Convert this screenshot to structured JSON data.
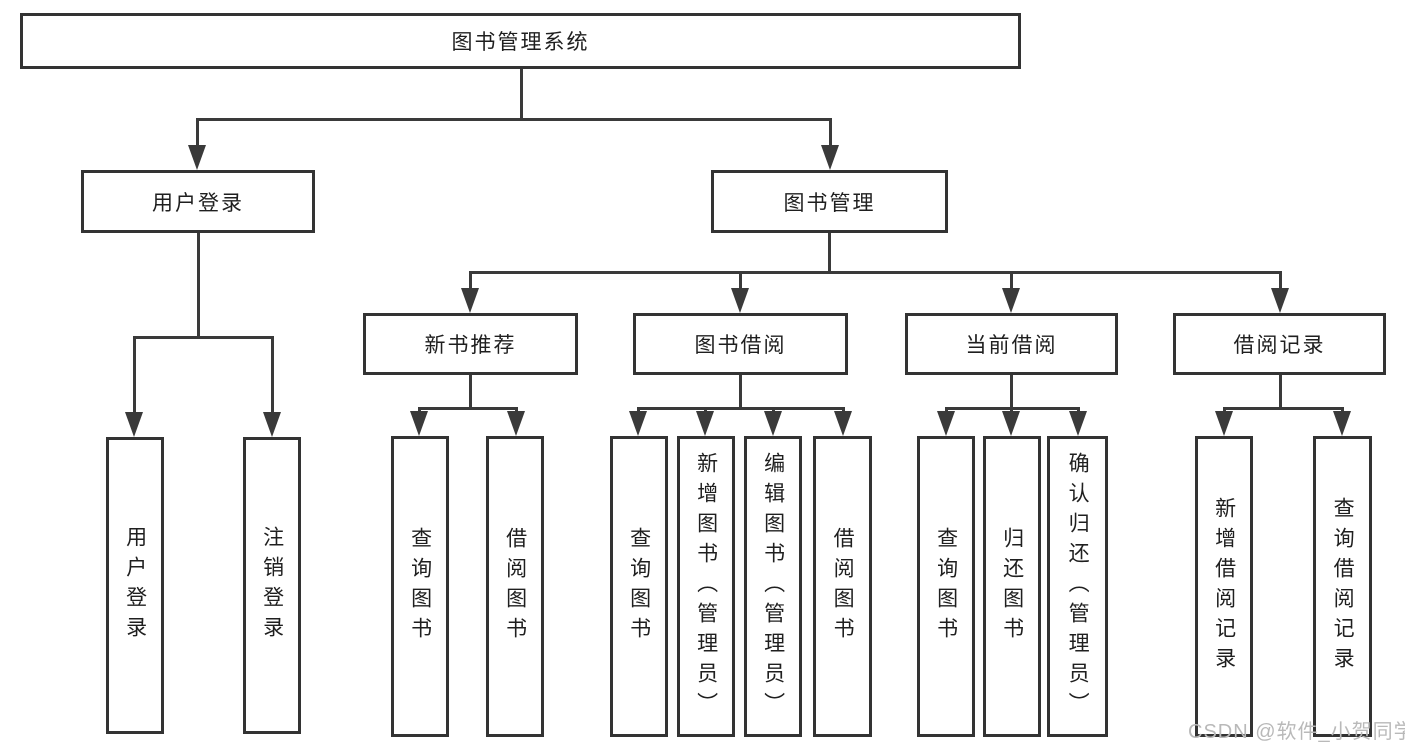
{
  "diagram": {
    "root": {
      "label": "图书管理系统"
    },
    "level2": [
      {
        "id": "user-login",
        "label": "用户登录"
      },
      {
        "id": "book-management",
        "label": "图书管理"
      }
    ],
    "level3": [
      {
        "id": "new-book-recommend",
        "label": "新书推荐"
      },
      {
        "id": "book-borrowing",
        "label": "图书借阅"
      },
      {
        "id": "current-borrowing",
        "label": "当前借阅"
      },
      {
        "id": "borrowing-records",
        "label": "借阅记录"
      }
    ],
    "leaves": {
      "user_login": [
        {
          "label": "用户登录"
        },
        {
          "label": "注销登录"
        }
      ],
      "new_book": [
        {
          "label": "查询图书"
        },
        {
          "label": "借阅图书"
        }
      ],
      "book_borrowing": [
        {
          "label": "查询图书"
        },
        {
          "label": "新增图书（管理员）"
        },
        {
          "label": "编辑图书（管理员）"
        },
        {
          "label": "借阅图书"
        }
      ],
      "current_borrowing": [
        {
          "label": "查询图书"
        },
        {
          "label": "归还图书"
        },
        {
          "label": "确认归还（管理员）"
        }
      ],
      "borrowing_records": [
        {
          "label": "新增借阅记录"
        },
        {
          "label": "查询借阅记录"
        }
      ]
    }
  },
  "watermark": {
    "text": "CSDN @软件_小贺同学"
  },
  "colors": {
    "line": "#3a3a3a",
    "border": "#333333",
    "text": "#1f1f1f",
    "watermark": "#b9b9b9",
    "background": "#ffffff"
  }
}
